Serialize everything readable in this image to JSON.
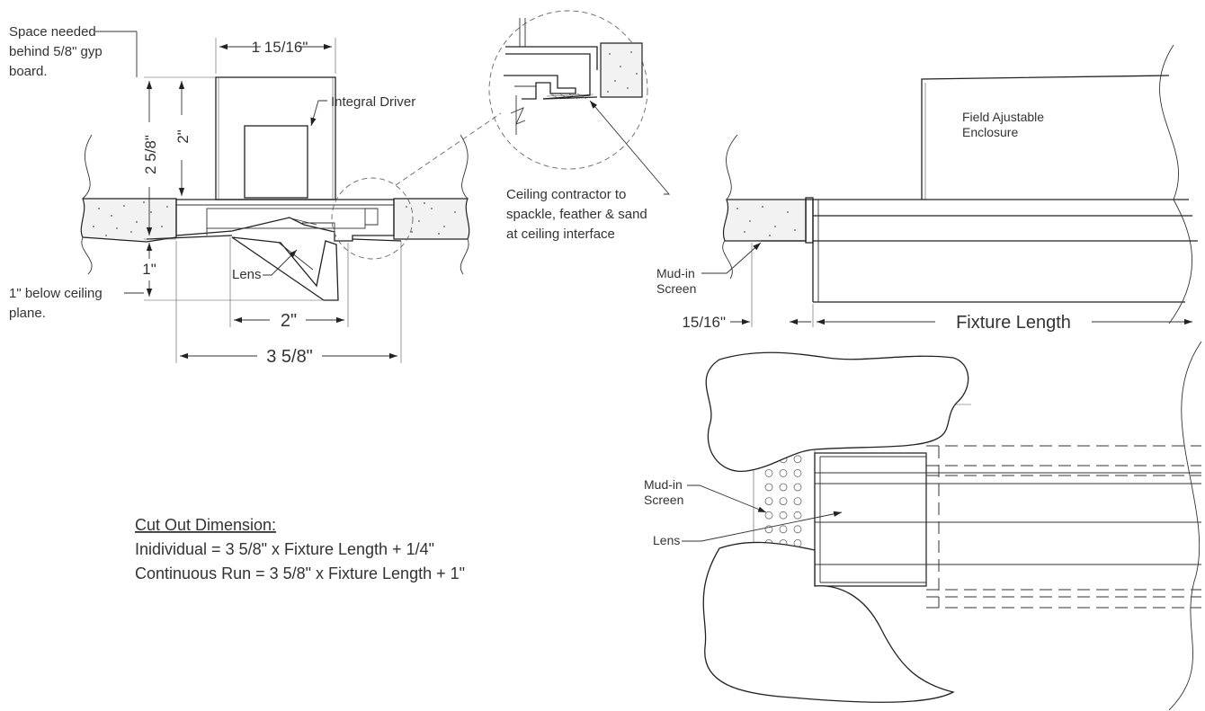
{
  "section_view": {
    "top_width_dim": "1 15/16\"",
    "space_note": [
      "Space needed",
      "behind 5/8\" gyp",
      "board."
    ],
    "overall_height_dim": "2 5/8\"",
    "body_height_dim": "2\"",
    "integral_driver_label": "Integral Driver",
    "lens_label": "Lens",
    "below_dim": "1\"",
    "below_note": [
      "1\" below ceiling",
      "plane."
    ],
    "lens_width_dim": "2\"",
    "overall_width_dim": "3 5/8\""
  },
  "detail_note": [
    "Ceiling contractor to",
    "spackle, feather & sand",
    "at ceiling interface"
  ],
  "side_view": {
    "enclosure_label": [
      "Field Ajustable",
      "Enclosure"
    ],
    "mud_in_label": [
      "Mud-in",
      "Screen"
    ],
    "flange_dim": "15/16\"",
    "fixture_length_label": "Fixture Length"
  },
  "cut_out": {
    "heading": "Cut Out Dimension:",
    "individual": "Inidividual = 3 5/8\" x Fixture Length + 1/4\"",
    "continuous": "Continuous Run = 3 5/8\" x Fixture Length + 1\""
  },
  "bottom_view": {
    "mud_in_label": [
      "Mud-in",
      "Screen"
    ],
    "lens_label": "Lens"
  }
}
